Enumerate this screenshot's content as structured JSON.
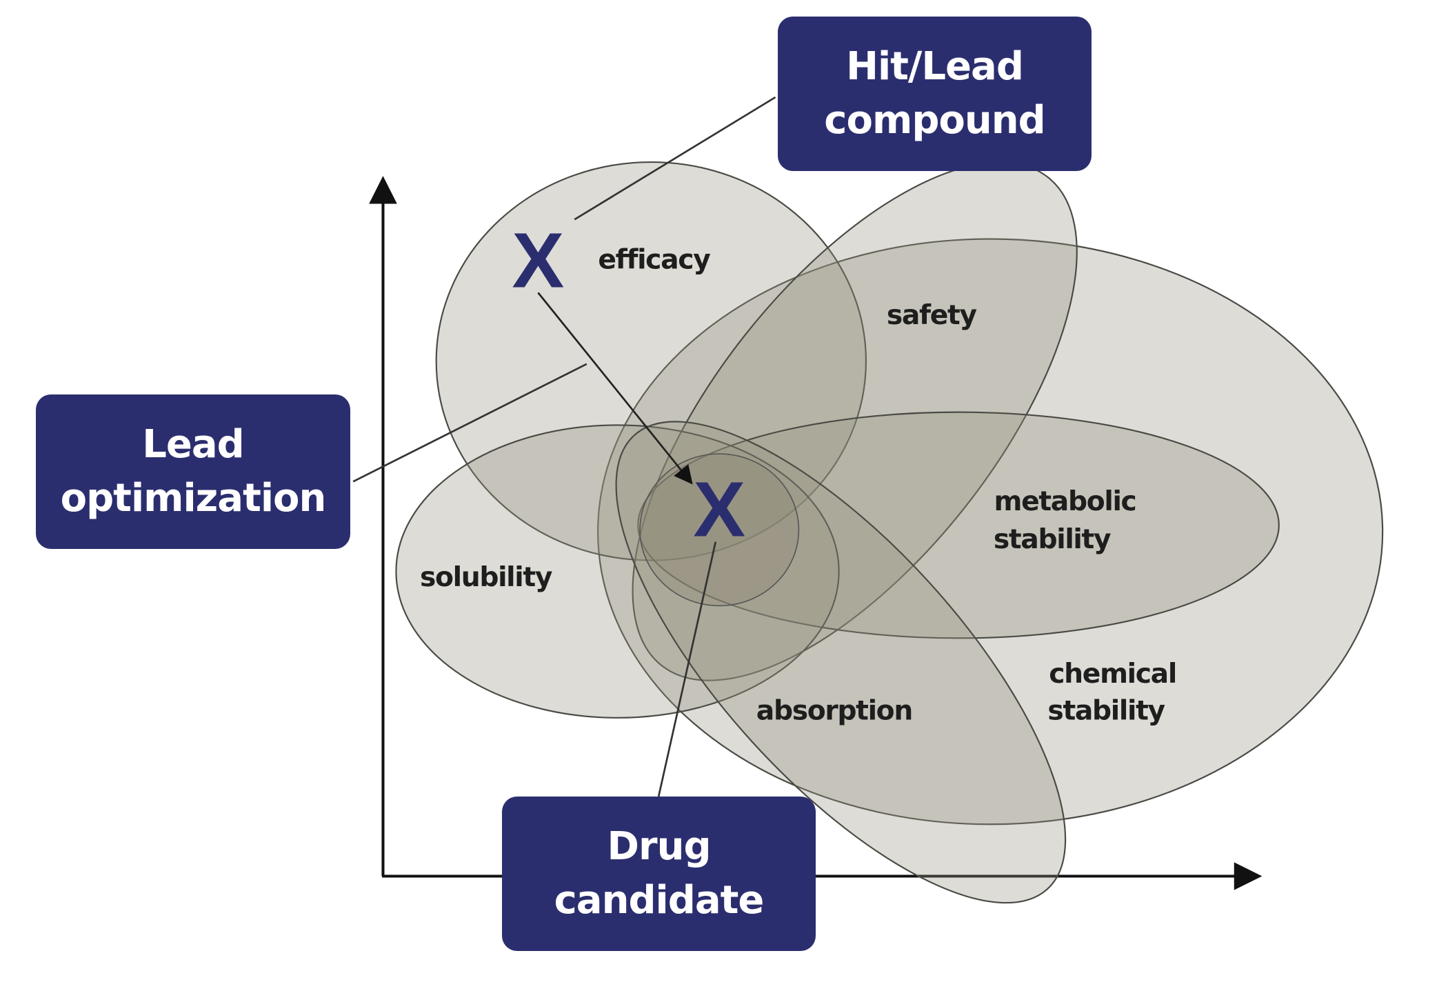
{
  "callouts": {
    "hit_lead": [
      "Hit/Lead",
      "compound"
    ],
    "lead_opt": [
      "Lead",
      "optimization"
    ],
    "drug_candidate": [
      "Drug",
      "candidate"
    ]
  },
  "regions": {
    "efficacy": "efficacy",
    "safety": "safety",
    "metabolic": [
      "metabolic",
      "stability"
    ],
    "solubility": "solubility",
    "absorption": "absorption",
    "chemical": [
      "chemical",
      "stability"
    ]
  },
  "markers": {
    "start": "X",
    "end": "X"
  },
  "colors": {
    "accent": "#2b2e6e",
    "region_fill": "#96927f"
  }
}
